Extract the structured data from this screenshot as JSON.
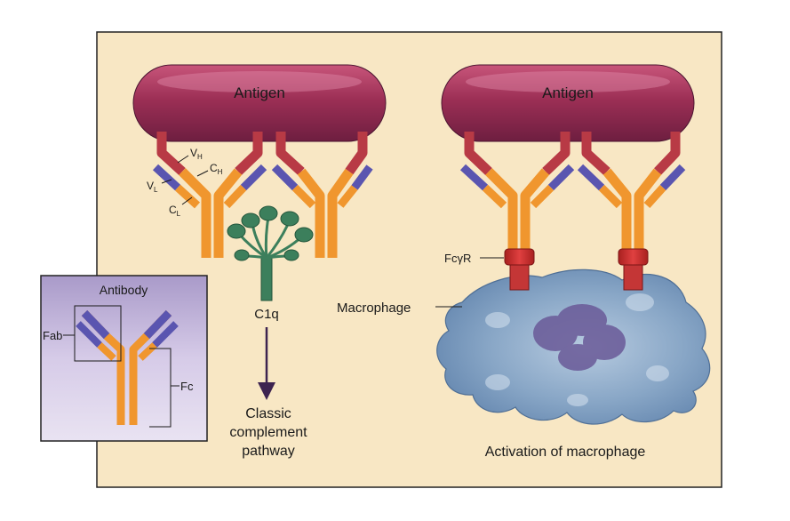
{
  "antigen_left": "Antigen",
  "antigen_right": "Antigen",
  "domain_vh": "V",
  "domain_vh_sub": "H",
  "domain_ch": "C",
  "domain_ch_sub": "H",
  "domain_vl": "V",
  "domain_vl_sub": "L",
  "domain_cl": "C",
  "domain_cl_sub": "L",
  "c1q": "C1q",
  "pathway": [
    "Classic",
    "complement",
    "pathway"
  ],
  "fcyr": "FcγR",
  "macrophage": "Macrophage",
  "activation": "Activation of macrophage",
  "inset": {
    "title": "Antibody",
    "fab": "Fab",
    "fc": "Fc"
  },
  "colors": {
    "panel_bg": "#f8e7c4",
    "antigen": "#a8345a",
    "heavy_chain": "#f0962e",
    "variable_domain": "#5a55b0",
    "fab_tip": "#b83a45",
    "c1q": "#3c7f5c",
    "receptor": "#c23234",
    "macrophage": "#7f9ec0",
    "inset_bg": "#c9bde0"
  }
}
